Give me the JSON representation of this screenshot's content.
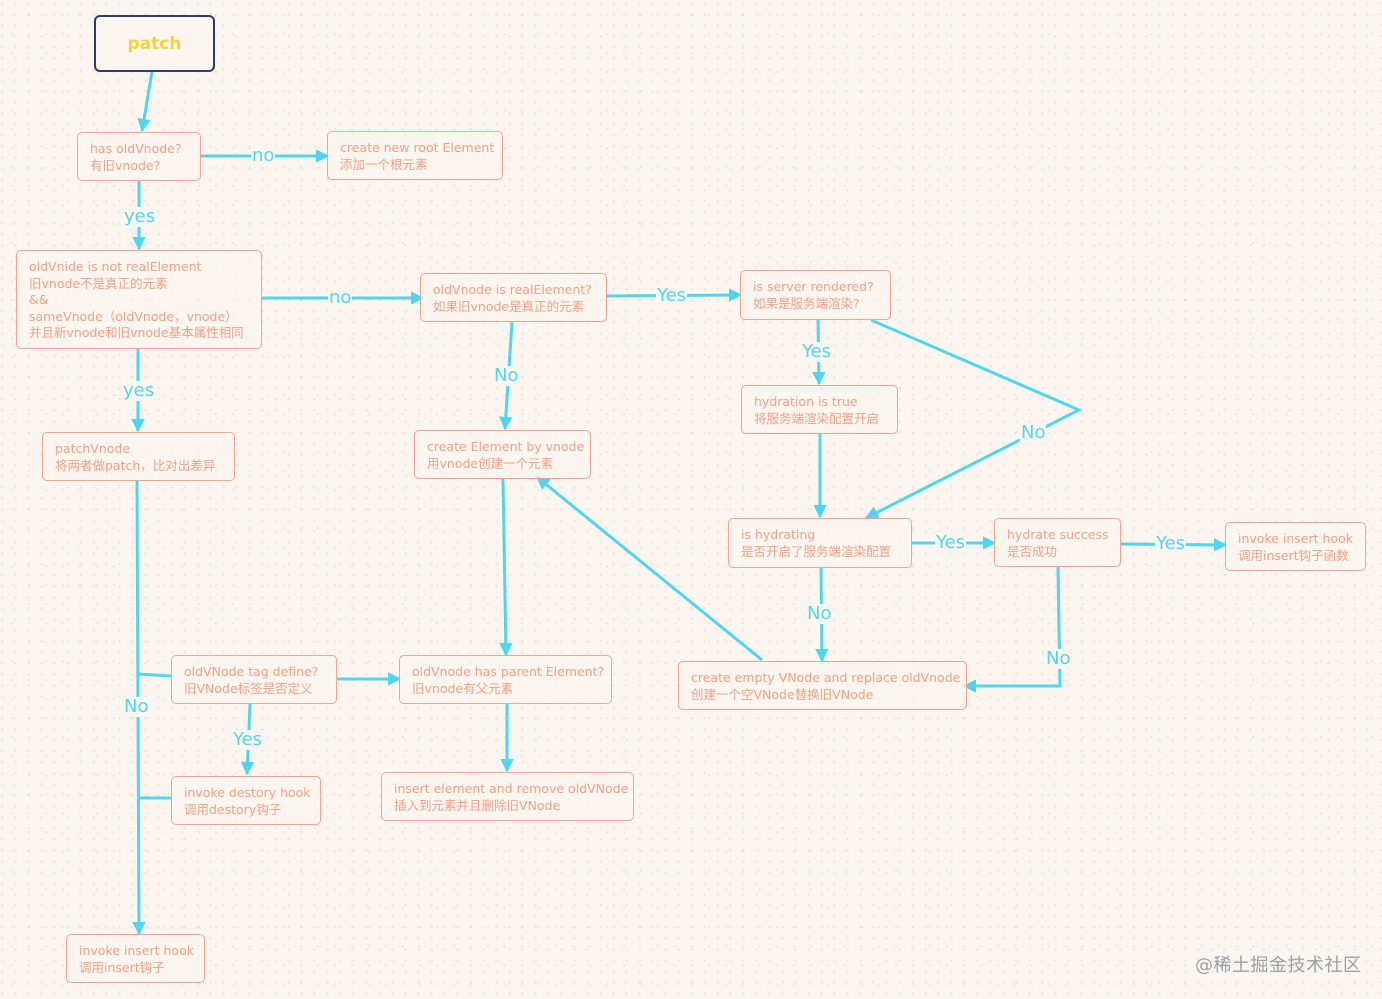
{
  "start": "patch",
  "nodes": {
    "has_old_vnode": [
      "has oldVnode?",
      "有旧vnode?"
    ],
    "create_root": [
      "create new root Element",
      "添加一个根元素"
    ],
    "not_real_element": [
      "oldVnide is not realElement",
      "旧vnode不是真正的元素",
      "&&",
      "sameVnode（oldVnode，vnode）",
      "并且新vnode和旧vnode基本属性相同"
    ],
    "is_real_element": [
      "oldVnode is realElement?",
      "如果旧vnode是真正的元素"
    ],
    "server_rendered": [
      "is server rendered?",
      "如果是服务端渲染?"
    ],
    "hydration_true": [
      "hydration is true",
      "将服务端渲染配置开启"
    ],
    "patch_vnode": [
      "patchVnode",
      "将两者做patch，比对出差异"
    ],
    "create_element": [
      "create Element by vnode",
      "用vnode创建一个元素"
    ],
    "is_hydrating": [
      "is hydrating",
      "是否开启了服务端渲染配置"
    ],
    "hydrate_success": [
      "hydrate success",
      "是否成功"
    ],
    "invoke_insert_hook_right": [
      "invoke insert hook",
      "调用insert钩子函数"
    ],
    "tag_define": [
      "oldVNode tag define?",
      "旧VNode标签是否定义"
    ],
    "has_parent": [
      "oldVnode has parent Element?",
      "旧vnode有父元素"
    ],
    "create_empty": [
      "create empty VNode and replace oldVnode",
      "创建一个空VNode替换旧VNode"
    ],
    "destroy_hook": [
      "invoke destory hook",
      "调用destory钩子"
    ],
    "insert_remove": [
      "insert element and remove oldVNode",
      "插入到元素并且删除旧VNode"
    ],
    "invoke_insert_hook_bottom": [
      "invoke insert hook",
      "调用insert钩子"
    ]
  },
  "edge_labels": {
    "no1": "no",
    "yes1": "yes",
    "no2": "no",
    "yes2": "yes",
    "yes3": "Yes",
    "no3": "No",
    "yes4": "Yes",
    "no4": "No",
    "yes5": "Yes",
    "yes6": "Yes",
    "no5": "No",
    "no6": "No",
    "yes7": "Yes",
    "no7": "No"
  },
  "colors": {
    "arrow": "#4fd6ee",
    "node_border": "#f4a48c",
    "node_text": "#f0a086",
    "start_text": "#f6d23a",
    "start_border": "#2c3e66"
  },
  "watermark": "@稀土掘金技术社区"
}
